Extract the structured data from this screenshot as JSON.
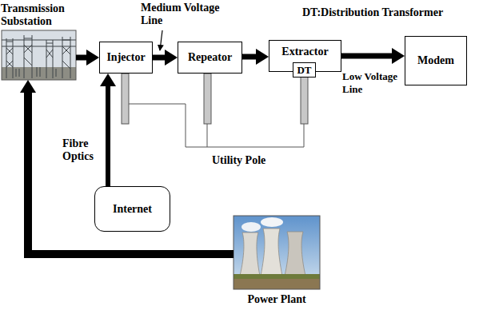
{
  "diagram": {
    "nodes": [
      {
        "text": [
          "Transmission Substation"
        ]
      },
      {
        "text": [
          "Injector"
        ]
      },
      {
        "text": [
          "Repeator"
        ]
      },
      {
        "text": [
          "Extractor"
        ]
      },
      {
        "text": [
          "DT"
        ],
        "in": 3
      },
      {
        "text": [
          "Modem"
        ]
      },
      {
        "text": [
          "Internet"
        ]
      },
      {
        "text": [
          "Power Plant"
        ]
      }
    ],
    "edges": [
      {
        "from": 0,
        "to": 1,
        "arrow": "to"
      },
      {
        "from": 1,
        "to": 2,
        "arrow": "to"
      },
      {
        "from": 2,
        "to": 3,
        "arrow": "to"
      },
      {
        "from": 3,
        "to": 5,
        "arrow": "to"
      },
      {
        "from": 6,
        "to": 1,
        "arrow": "to"
      },
      {
        "from": 7,
        "to": 0,
        "arrow": "to"
      }
    ],
    "labels": [
      "Medium Voltage Line",
      "DT:Distribution Transformer",
      "Low Voltage Line",
      "Fibre Optics",
      "Utility Pole"
    ]
  }
}
